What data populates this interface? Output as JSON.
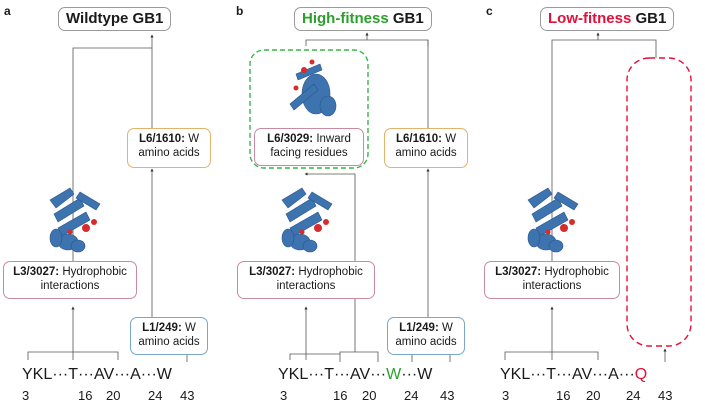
{
  "panels": [
    {
      "letter": "a",
      "title": "Wildtype GB1",
      "l3_label": "L3/3027:",
      "l3_text": "Hydrophobic interactions",
      "l6_label": "L6/1610:",
      "l6_text_1": "W",
      "l6_text_2": "amino acids",
      "l1_label": "L1/249:",
      "l1_text_1": "W",
      "l1_text_2": "amino acids",
      "sequence": "YKL···T···AV···A···W",
      "positions": [
        "3",
        "16",
        "20",
        "24",
        "43"
      ]
    },
    {
      "letter": "b",
      "title_colored": "High-fitness",
      "title_rest": "GB1",
      "l6a_label": "L6/3029:",
      "l6a_text_1": "Inward",
      "l6a_text_2": "facing residues",
      "l6_label": "L6/1610:",
      "l6_text_1": "W",
      "l6_text_2": "amino acids",
      "l3_label": "L3/3027:",
      "l3_text": "Hydrophobic interactions",
      "l1_label": "L1/249:",
      "l1_text_1": "W",
      "l1_text_2": "amino acids",
      "seq_1": "YKL···T···AV···",
      "seq_mut": "W",
      "seq_2": "···W",
      "positions": [
        "3",
        "16",
        "20",
        "24",
        "43"
      ]
    },
    {
      "letter": "c",
      "title_colored": "Low-fitness",
      "title_rest": "GB1",
      "l3_label": "L3/3027:",
      "l3_text": "Hydrophobic interactions",
      "seq_1": "YKL···T···AV···A···",
      "seq_mut": "Q",
      "positions": [
        "3",
        "16",
        "20",
        "24",
        "43"
      ]
    }
  ],
  "colors": {
    "protein": "#3d74b0",
    "highlight": "#d62c2c",
    "green_dash": "#3cb54a",
    "red_dash": "#e0123c"
  }
}
